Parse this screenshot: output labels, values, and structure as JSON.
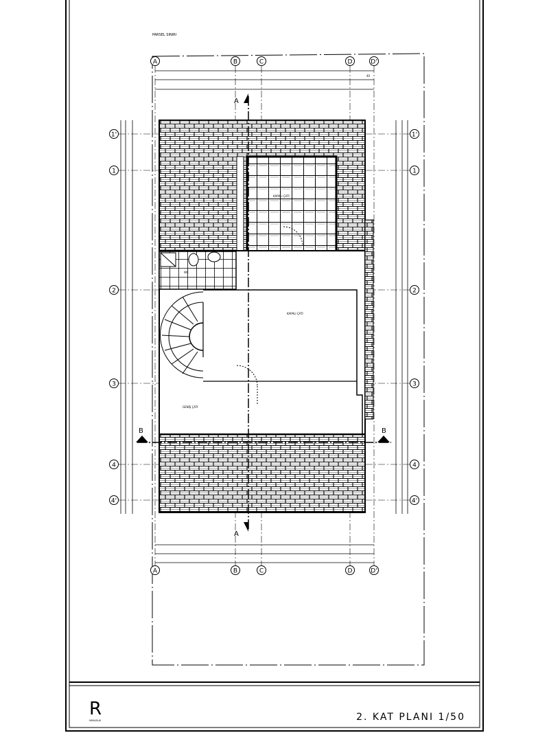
{
  "sheet": {
    "parcel_label": "PARSEL SINIRI",
    "title": "2. KAT PLANI 1/50",
    "logo_letter": "R",
    "logo_caption": "MIMARLIK"
  },
  "grid": {
    "columns": [
      "A",
      "B",
      "C",
      "D",
      "D'"
    ],
    "rows": [
      "1'",
      "1",
      "2",
      "3",
      "4",
      "4'"
    ]
  },
  "sections": {
    "a": "A",
    "b": "B"
  },
  "rooms": {
    "terrace": "KAPALI ÇATI",
    "hall": "KAPALI ÇATI",
    "wc": "WC",
    "lower": "GENİŞ ÇATI"
  },
  "dimensions": {
    "edge": "40"
  }
}
